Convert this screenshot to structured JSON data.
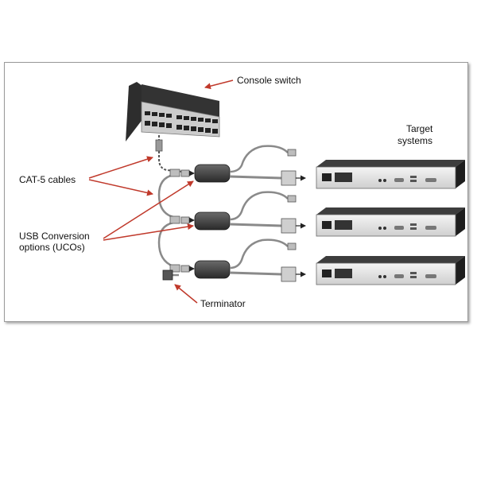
{
  "labels": {
    "console_switch": "Console switch",
    "target_line1": "Target",
    "target_line2": "systems",
    "cat5": "CAT-5 cables",
    "uco_line1": "USB Conversion",
    "uco_line2": "options (UCOs)",
    "terminator": "Terminator"
  },
  "colors": {
    "annotation_arrow": "#c0392b",
    "device_dark": "#3a3a3a",
    "cable": "#8a8a8a"
  },
  "counts": {
    "target_systems": 3,
    "ucos": 3
  }
}
